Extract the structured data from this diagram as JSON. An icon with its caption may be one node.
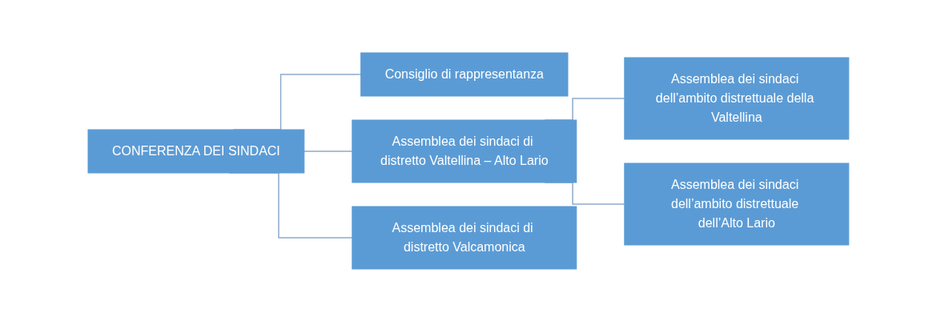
{
  "diagram": {
    "nodes": [
      {
        "text": [
          "CONFERENZA DEI SINDACI"
        ]
      },
      {
        "text": [
          "Consiglio di rappresentanza"
        ]
      },
      {
        "text": [
          "Assemblea dei sindaci di distretto Valtellina – Alto Lario"
        ]
      },
      {
        "text": [
          "Assemblea dei sindaci di distretto Valcamonica"
        ]
      },
      {
        "text": [
          "Assemblea dei sindaci dell’ambito distrettuale della Valtellina"
        ]
      },
      {
        "text": [
          "Assemblea dei sindaci dell’ambito distrettuale dell’Alto Lario"
        ]
      }
    ],
    "edges": [
      {
        "from": 0,
        "to": 1,
        "arrow": "none"
      },
      {
        "from": 0,
        "to": 2,
        "arrow": "none"
      },
      {
        "from": 0,
        "to": 3,
        "arrow": "none"
      },
      {
        "from": 2,
        "to": 4,
        "arrow": "none"
      },
      {
        "from": 2,
        "to": 5,
        "arrow": "none"
      }
    ]
  }
}
